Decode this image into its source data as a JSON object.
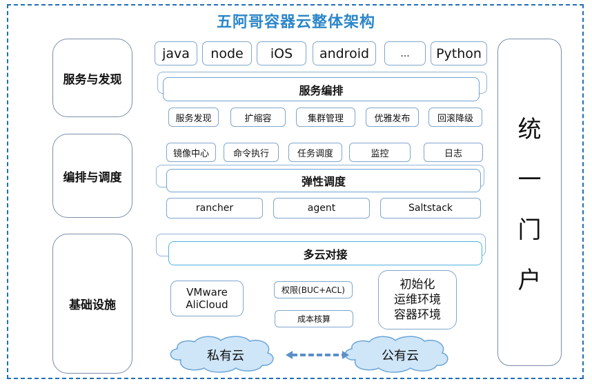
{
  "title": "五阿哥容器云整体架构",
  "categories": {
    "service": "服务与发现",
    "orchestration": "编排与调度",
    "infrastructure": "基础设施"
  },
  "languages": [
    "java",
    "node",
    "iOS",
    "android",
    "...",
    "Python"
  ],
  "service_orchestration": "服务编排",
  "service_features": [
    "服务发现",
    "扩缩容",
    "集群管理",
    "优雅发布",
    "回滚降级"
  ],
  "ops_features": [
    "镜像中心",
    "命令执行",
    "任务调度",
    "监控",
    "日志"
  ],
  "elastic_scheduling": "弹性调度",
  "agents": [
    "rancher",
    "agent",
    "Saltstack"
  ],
  "multi_cloud": "多云对接",
  "providers": [
    "VMware",
    "AliCloud"
  ],
  "permission": "权限(BUC+ACL)",
  "cost": "成本核算",
  "init": [
    "初始化",
    "运维环境",
    "容器环境"
  ],
  "clouds": {
    "private": "私有云",
    "public": "公有云"
  },
  "portal": [
    "统",
    "一",
    "门",
    "户"
  ],
  "colors": {
    "title": "#2b86c8",
    "frame": "#1f6fb4",
    "cloud_fill": "#cfe6f8",
    "cloud_stroke": "#6aa5d8"
  }
}
